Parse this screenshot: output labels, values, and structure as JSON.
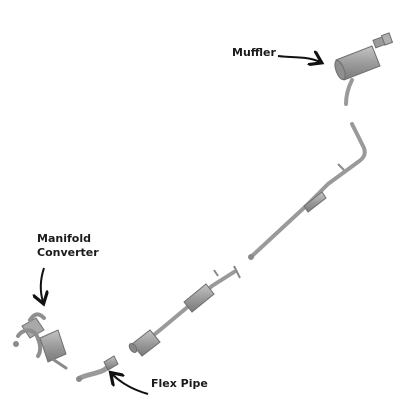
{
  "labels": {
    "muffler": "Muffler",
    "manifold_line1": "Manifold",
    "manifold_line2": "Converter",
    "flex_pipe": "Flex Pipe"
  },
  "colors": {
    "part_fill": "#a3a3a3",
    "part_stroke": "#6f6f6f",
    "pipe": "#9a9a9a",
    "arrow": "#111111",
    "text": "#1b1b1b",
    "background": "#ffffff"
  },
  "icons": [
    "muffler-part",
    "tailpipe",
    "resonator",
    "intermediate-pipe",
    "catalytic-converter",
    "flex-pipe",
    "manifold-converter",
    "pointer-arrow"
  ]
}
